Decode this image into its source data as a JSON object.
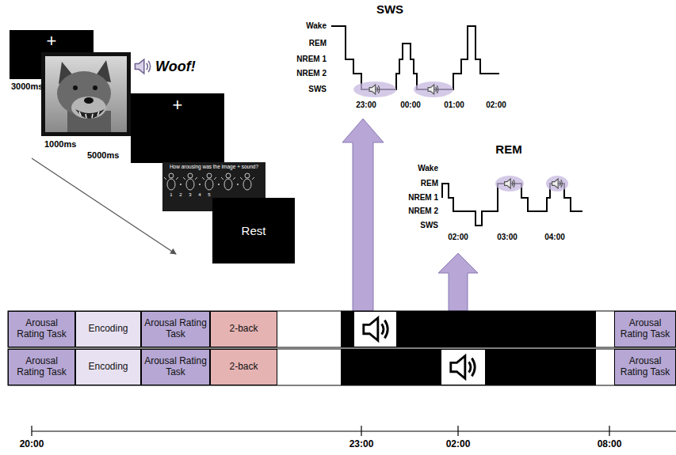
{
  "diagram": {
    "nodes": [
      {
        "text": [
          "+"
        ]
      },
      {
        "text": [
          "+"
        ]
      },
      {
        "text": [
          "How arousing was the image + sound?"
        ]
      },
      {
        "text": [
          "Rest"
        ]
      },
      {
        "text": [
          "Arousal Rating Task"
        ]
      },
      {
        "text": [
          "Encoding"
        ]
      },
      {
        "text": [
          "Arousal Rating Task"
        ]
      },
      {
        "text": [
          "2-back"
        ]
      },
      {
        "text": [
          "Arousal Rating Task"
        ]
      },
      {
        "text": [
          "Arousal Rating Task"
        ]
      },
      {
        "text": [
          "Encoding"
        ]
      },
      {
        "text": [
          "Arousal Rating Task"
        ]
      },
      {
        "text": [
          "2-back"
        ]
      },
      {
        "text": [
          "Arousal Rating Task"
        ]
      }
    ],
    "labels": [
      "3000ms",
      "1000ms",
      "5000ms",
      "Woof!",
      "1",
      "2",
      "3",
      "4",
      "5",
      "SWS",
      "Wake",
      "REM",
      "NREM 1",
      "NREM 2",
      "SWS",
      "23:00",
      "00:00",
      "01:00",
      "02:00",
      "REM",
      "Wake",
      "REM",
      "NREM 1",
      "NREM 2",
      "SWS",
      "02:00",
      "03:00",
      "04:00",
      "20:00",
      "23:00",
      "02:00",
      "08:00"
    ]
  }
}
